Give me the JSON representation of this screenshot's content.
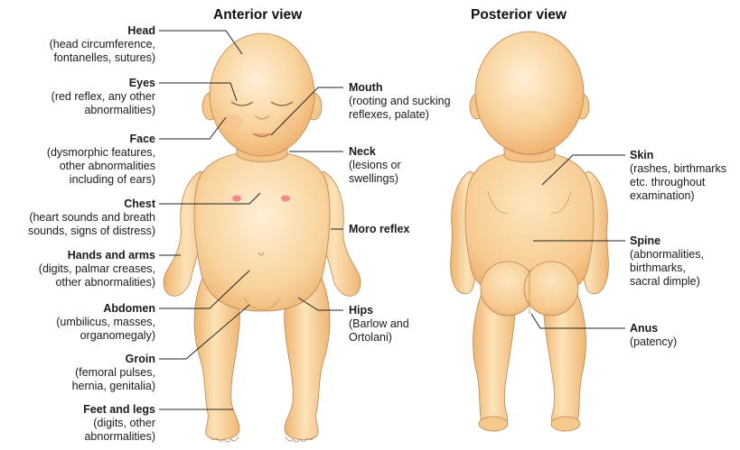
{
  "titles": {
    "anterior": "Anterior view",
    "posterior": "Posterior view"
  },
  "labels": {
    "head": {
      "title": "Head",
      "lines": [
        "(head circumference,",
        "fontanelles, sutures)"
      ]
    },
    "eyes": {
      "title": "Eyes",
      "lines": [
        "(red reflex, any other",
        "abnormalities)"
      ]
    },
    "face": {
      "title": "Face",
      "lines": [
        "(dysmorphic features,",
        "other abnormalities",
        "including of ears)"
      ]
    },
    "chest": {
      "title": "Chest",
      "lines": [
        "(heart sounds and breath",
        "sounds, signs of distress)"
      ]
    },
    "hands": {
      "title": "Hands and arms",
      "lines": [
        "(digits, palmar creases,",
        "other abnormalities)"
      ]
    },
    "abdomen": {
      "title": "Abdomen",
      "lines": [
        "(umbilicus, masses,",
        "organomegaly)"
      ]
    },
    "groin": {
      "title": "Groin",
      "lines": [
        "(femoral pulses,",
        "hernia, genitalia)"
      ]
    },
    "feet": {
      "title": "Feet and legs",
      "lines": [
        "(digits, other",
        "abnormalities)"
      ]
    },
    "mouth": {
      "title": "Mouth",
      "lines": [
        "(rooting and sucking",
        "reflexes, palate)"
      ]
    },
    "neck": {
      "title": "Neck",
      "lines": [
        "(lesions or",
        "swellings)"
      ]
    },
    "moro": {
      "title": "Moro reflex",
      "lines": []
    },
    "hips": {
      "title": "Hips",
      "lines": [
        "(Barlow and",
        "Ortolani)"
      ]
    },
    "skin": {
      "title": "Skin",
      "lines": [
        "(rashes, birthmarks",
        "etc. throughout",
        "examination)"
      ]
    },
    "spine": {
      "title": "Spine",
      "lines": [
        "(abnormalities,",
        "birthmarks,",
        "sacral dimple)"
      ]
    },
    "anus": {
      "title": "Anus",
      "lines": [
        "(patency)"
      ]
    }
  },
  "colors": {
    "skin_light": "#fde3b8",
    "skin_mid": "#f7c98a",
    "skin_shadow": "#e9a860",
    "outline": "#b98554",
    "nipple": "#f08a8a",
    "leader": "#222222"
  }
}
